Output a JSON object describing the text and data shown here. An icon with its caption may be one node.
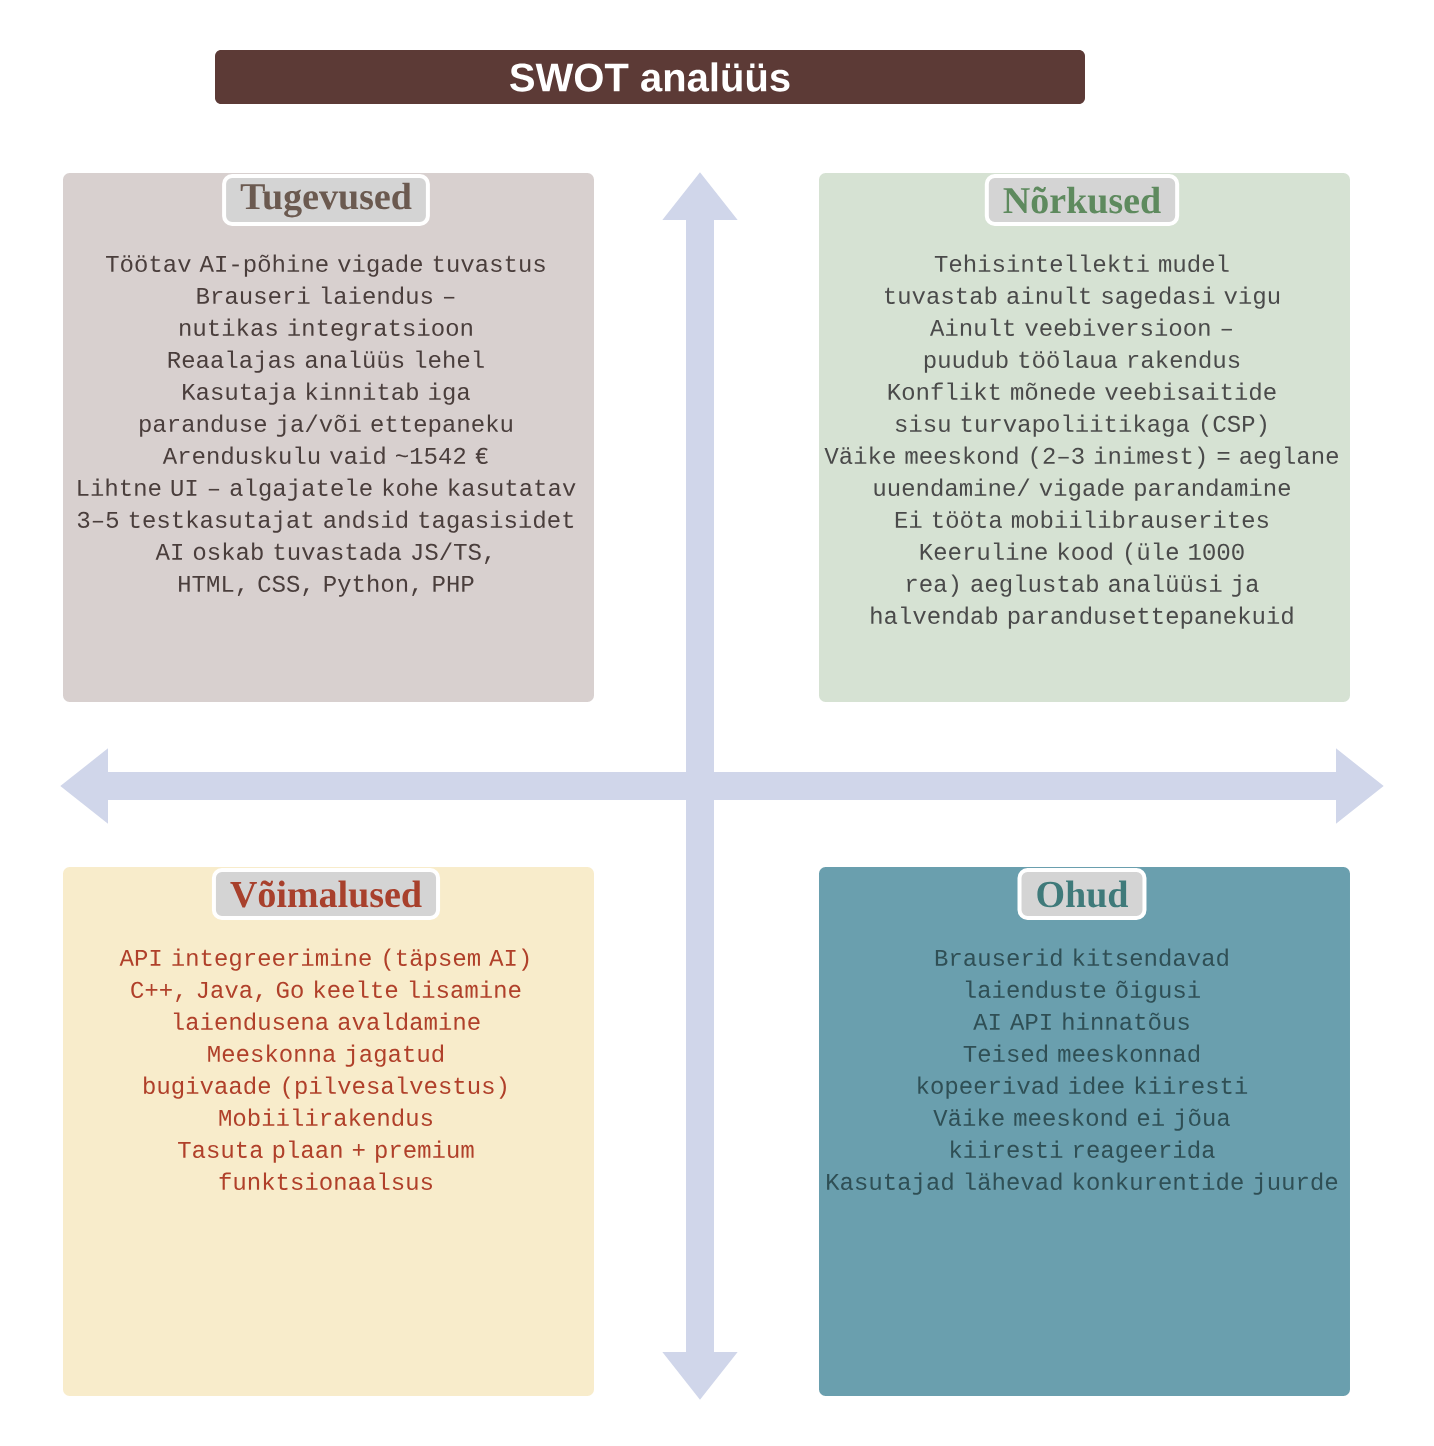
{
  "diagram": {
    "title": "SWOT analüüs",
    "nodes": [
      {
        "text": [
          "Tugevused",
          "Töötav AI-põhine vigade tuvastus",
          "Brauseri laiendus – nutikas integratsioon",
          "Reaalajas analüüs lehel",
          "Kasutaja kinnitab iga paranduse ja/või ettepaneku",
          "Arenduskulu vaid ~1542 €",
          "Lihtne UI – algajatele kohe kasutatav",
          "3–5 testkasutajat andsid tagasisidet",
          "AI oskab tuvastada JS/TS, HTML, CSS, Python, PHP"
        ]
      },
      {
        "text": [
          "Nõrkused",
          "Tehisintellekti mudel tuvastab ainult sagedasi vigu",
          "Ainult veebiversioon – puudub töölaua rakendus",
          "Konflikt mõnede veebisaitide sisu turvapoliitikaga (CSP)",
          "Väike meeskond (2–3 inimest) = aeglane uuendamine/ vigade parandamine",
          "Ei tööta mobiilibrauserites",
          "Keeruline kood (üle 1000 rea) aeglustab analüüsi ja halvendab parandusettepanekuid"
        ]
      },
      {
        "text": [
          "Võimalused",
          "API integreerimine (täpsem AI)",
          "C++, Java, Go keelte lisamine",
          "laiendusena avaldamine",
          "Meeskonna jagatud bugivaade (pilvesalvestus)",
          "Mobiilirakendus",
          "Tasuta plaan + premium funktsionaalsus"
        ]
      },
      {
        "text": [
          "Ohud",
          "Brauserid kitsendavad laienduste õigusi",
          "AI API hinnatõus",
          "Teised meeskonnad kopeerivad idee kiiresti",
          "Väike meeskond ei jõua kiiresti reageerida",
          "Kasutajad lähevad konkurentide juurde"
        ]
      }
    ]
  }
}
